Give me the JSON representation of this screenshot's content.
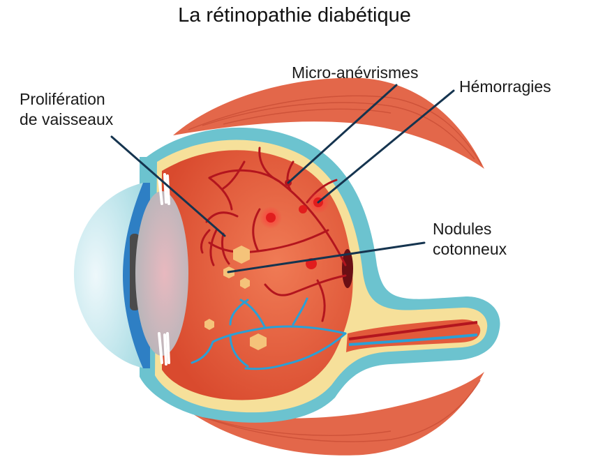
{
  "title": "La rétinopathie diabétique",
  "labels": {
    "proliferation_line1": "Prolifération",
    "proliferation_line2": "de vaisseaux",
    "micro_anevrismes": "Micro-anévrismes",
    "hemorragies": "Hémorragies",
    "nodules_line1": "Nodules",
    "nodules_line2": "cotonneux"
  },
  "colors": {
    "muscle": "#e3674a",
    "sclera": "#6cc3cf",
    "retina": "#f6e09a",
    "eye_interior": "#ea5a38",
    "cornea": "#2e7fc4",
    "lens": "#c9c4c8",
    "artery": "#b3151e",
    "vein": "#2aa0d6",
    "cotton_wool": "#f5c37a",
    "hemorrhage": "#ee2a2a",
    "pointer_line": "#15344f"
  }
}
